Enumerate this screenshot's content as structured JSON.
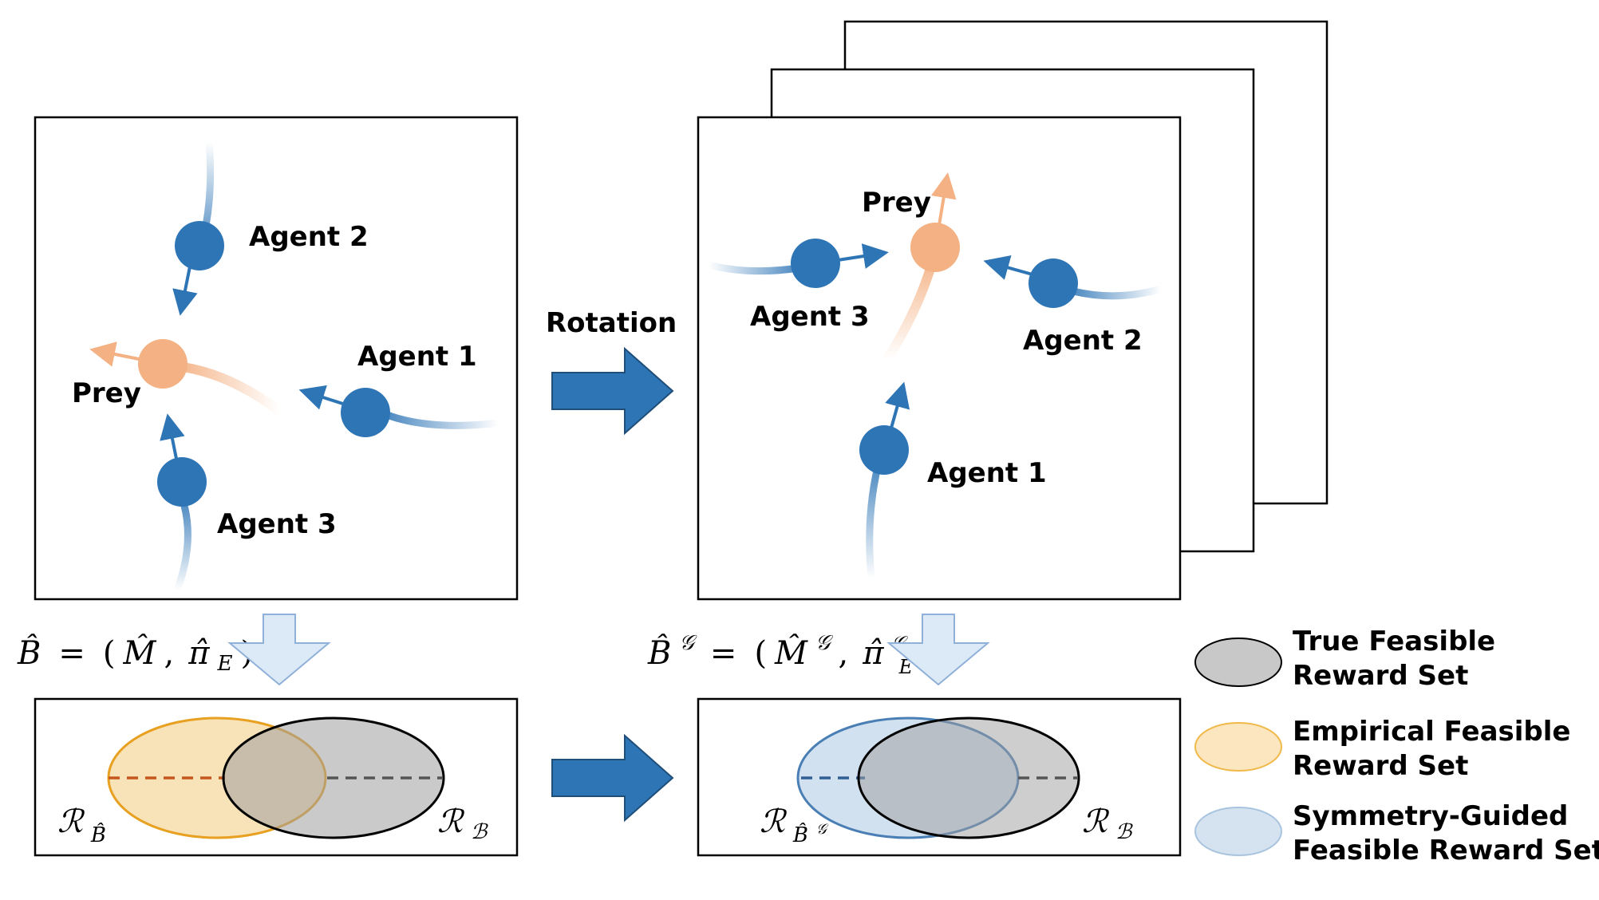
{
  "left_panel": {
    "agents": [
      "Agent 2",
      "Agent 1",
      "Agent 3"
    ],
    "prey": "Prey"
  },
  "transform_label": "Rotation",
  "right_panel": {
    "agents": [
      "Agent 3",
      "Agent 2",
      "Agent 1"
    ],
    "prey": "Prey"
  },
  "formulas": {
    "left": {
      "lhs": "B̂",
      "eq": "=",
      "open": "(",
      "m": "M̂",
      "comma": ",",
      "pi": "π̂",
      "pi_sub": "E",
      "close": ")"
    },
    "right": {
      "lhs": "B̂",
      "lhs_sup": "𝒢",
      "eq": "=",
      "open": "(",
      "m": "M̂",
      "m_sup": "𝒢",
      "comma": ",",
      "pi": "π̂",
      "pi_sup": "𝒢",
      "pi_sub": "E",
      "close": ")"
    }
  },
  "set_labels": {
    "left_empirical": {
      "main": "ℛ",
      "sub": "B̂"
    },
    "left_true": {
      "main": "ℛ",
      "sub": "ℬ"
    },
    "right_symmetry": {
      "main": "ℛ",
      "sub": "B̂",
      "sub_sup": "𝒢"
    },
    "right_true": {
      "main": "ℛ",
      "sub": "ℬ"
    }
  },
  "legend": [
    {
      "line1": "True Feasible",
      "line2": "Reward Set",
      "fill": "#c8c8c8",
      "stroke": "#000000"
    },
    {
      "line1": "Empirical Feasible",
      "line2": "Reward Set",
      "fill": "#fbe6bf",
      "stroke": "#f0b94a"
    },
    {
      "line1": "Symmetry-Guided",
      "line2": "Feasible Reward Set",
      "fill": "#d5e3f0",
      "stroke": "#a9c4de"
    }
  ],
  "colors": {
    "agent": "#2e75b6",
    "prey": "#f4b183",
    "empirical_stroke": "#e8a020",
    "empirical_fill": "#f6d8a0",
    "true_fill": "#a6a6a6",
    "symmetry_stroke": "#4a7fb5",
    "symmetry_fill": "#b4cde4",
    "big_arrow": "#2e75b6",
    "light_arrow": "#dce9f7",
    "light_arrow_stroke": "#8fb0d8"
  }
}
